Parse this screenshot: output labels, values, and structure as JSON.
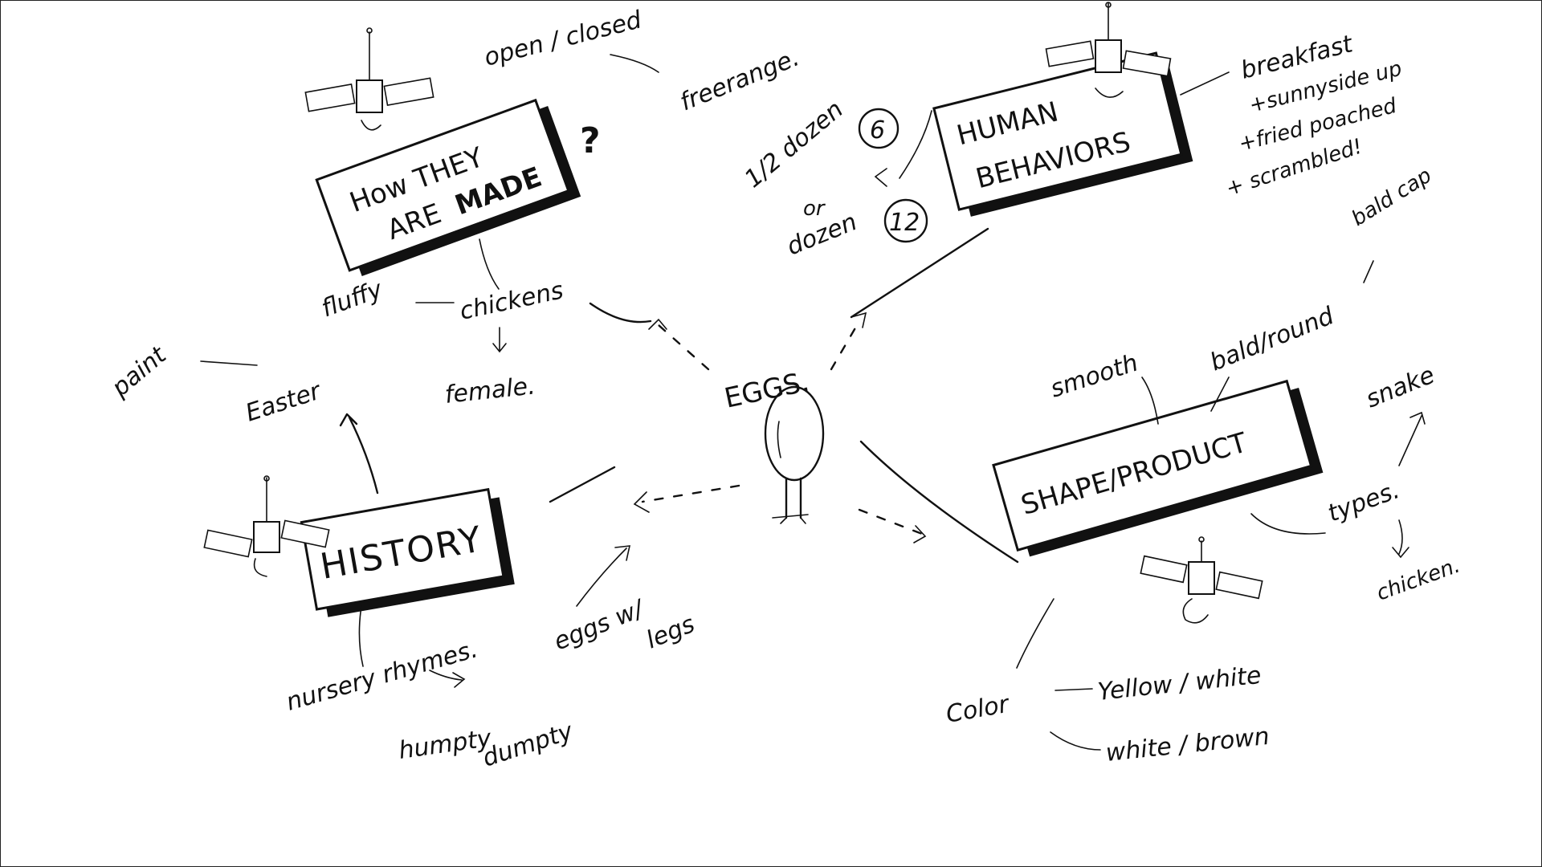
{
  "center": {
    "label": "EGGS."
  },
  "nodes": {
    "how_made": {
      "line1": "How THEY",
      "line2": "ARE",
      "line3": "MADE",
      "mark": "?"
    },
    "human": {
      "line1": "HUMAN",
      "line2": "BEHAVIORS"
    },
    "history": {
      "label": "HISTORY"
    },
    "shape": {
      "label": "SHAPE/PRODUCT"
    }
  },
  "notes": {
    "open_closed": "open / closed",
    "free_range": "freerange.",
    "chickens": "chickens",
    "fluffy": "fluffy",
    "female": "female.",
    "easter": "Easter",
    "paint": "paint",
    "half_dozen": "1/2 dozen",
    "or": "or",
    "dozen": "dozen",
    "six": "6",
    "twelve": "12",
    "breakfast": "breakfast",
    "sunny": "+sunnyside up",
    "fried": "+fried poached",
    "scrambled": "+ scrambled!",
    "smooth": "smooth",
    "bald_round": "bald/round",
    "bald_cap": "bald cap",
    "snake": "snake",
    "types": "types.",
    "chicken": "chicken.",
    "color": "Color",
    "yellow_white": "Yellow / white",
    "white_brown": "white / brown",
    "nursery": "nursery rhymes.",
    "humpty": "humpty",
    "dumpty": "dumpty",
    "eggs_w": "eggs w/",
    "legs": "legs"
  }
}
